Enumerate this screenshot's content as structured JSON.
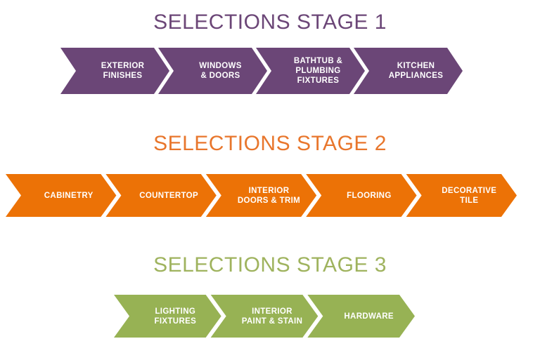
{
  "document": {
    "title": "Selections Stages Process Diagram",
    "background_color": "#FFFFFF"
  },
  "stages": [
    {
      "id": "stage-1",
      "title": "SELECTIONS STAGE 1",
      "color": "#6B4677",
      "title_color": "#6B4677",
      "items": [
        {
          "label": "EXTERIOR\nFINISHES"
        },
        {
          "label": "WINDOWS\n& DOORS"
        },
        {
          "label": "BATHTUB &\nPLUMBING\nFIXTURES"
        },
        {
          "label": "KITCHEN\nAPPLIANCES"
        }
      ]
    },
    {
      "id": "stage-2",
      "title": "SELECTIONS STAGE 2",
      "color": "#EC7206",
      "title_color": "#E8762C",
      "items": [
        {
          "label": "CABINETRY"
        },
        {
          "label": "COUNTERTOP"
        },
        {
          "label": "INTERIOR\nDOORS & TRIM"
        },
        {
          "label": "FLOORING"
        },
        {
          "label": "DECORATIVE\nTILE"
        }
      ]
    },
    {
      "id": "stage-3",
      "title": "SELECTIONS STAGE 3",
      "color": "#97B254",
      "title_color": "#9FB35E",
      "items": [
        {
          "label": "LIGHTING\nFIXTURES"
        },
        {
          "label": "INTERIOR\nPAINT & STAIN"
        },
        {
          "label": "HARDWARE"
        }
      ]
    }
  ]
}
